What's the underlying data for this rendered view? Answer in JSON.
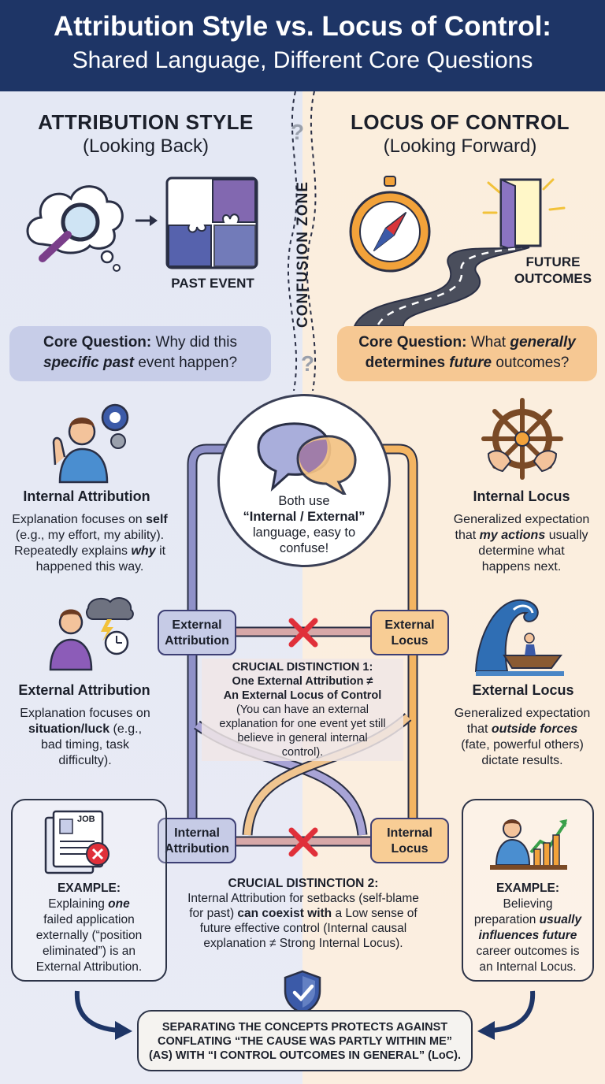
{
  "header": {
    "title": "Attribution Style vs. Locus of Control:",
    "subtitle": "Shared Language, Different Core Questions"
  },
  "left": {
    "title": "ATTRIBUTION STYLE",
    "subtitle": "(Looking Back)",
    "past_event_label": "PAST EVENT",
    "core_question": {
      "label": "Core Question:",
      "text1": "Why did this",
      "emph": "specific past",
      "text2": "event happen?"
    },
    "internal": {
      "heading": "Internal Attribution",
      "line1a": "Explanation focuses on",
      "line1b": "self",
      "line2": "(e.g., my effort, my ability).",
      "line3a": "Repeatedly explains",
      "line3b": "why",
      "line3c": "it",
      "line4": "happened this way."
    },
    "external": {
      "heading": "External Attribution",
      "line1": "Explanation focuses on",
      "line2a": "situation/luck",
      "line2b": "(e.g.,",
      "line3": "bad timing, task",
      "line4": "difficulty)."
    },
    "example": {
      "label": "EXAMPLE:",
      "l1": "Explaining",
      "l1b": "one",
      "l2": "failed application",
      "l3": "externally (“position",
      "l4": "eliminated”) is an",
      "l5": "External Attribution.",
      "job_label": "JOB"
    }
  },
  "right": {
    "title": "LOCUS OF CONTROL",
    "subtitle": "(Looking Forward)",
    "future_label_1": "FUTURE",
    "future_label_2": "OUTCOMES",
    "core_question": {
      "label": "Core Question:",
      "text1": "What",
      "emph1": "generally",
      "emph2": "determines",
      "emph3": "future",
      "text2": "outcomes?"
    },
    "internal": {
      "heading": "Internal Locus",
      "line1": "Generalized expectation",
      "line2a": "that",
      "line2b": "my actions",
      "line2c": "usually",
      "line3": "determine what",
      "line4": "happens next."
    },
    "external": {
      "heading": "External Locus",
      "line1": "Generalized expectation",
      "line2a": "that",
      "line2b": "outside forces",
      "line3": "(fate, powerful others)",
      "line4": "dictate results."
    },
    "example": {
      "label": "EXAMPLE:",
      "l1": "Believing",
      "l2a": "preparation",
      "l2b": "usually",
      "l3": "influences future",
      "l4": "career outcomes is",
      "l5": "an Internal Locus."
    }
  },
  "middle": {
    "confusion_zone": "CONFUSION ZONE",
    "question_mark": "?",
    "bubble": {
      "l1": "Both use",
      "l2": "“Internal / External”",
      "l3": "language, easy to",
      "l4": "confuse!"
    },
    "nodes": {
      "external_attribution": [
        "External",
        "Attribution"
      ],
      "external_locus": [
        "External",
        "Locus"
      ],
      "internal_attribution": [
        "Internal",
        "Attribution"
      ],
      "internal_locus": [
        "Internal",
        "Locus"
      ]
    },
    "distinction1": {
      "title": "CRUCIAL DISTINCTION 1:",
      "b1": "One External Attribution ≠",
      "b2": "An External Locus of Control",
      "t1": "(You can have an external",
      "t2": "explanation for one event yet still",
      "t3": "believe in general internal",
      "t4": "control)."
    },
    "distinction2": {
      "title": "CRUCIAL DISTINCTION 2:",
      "t1": "Internal Attribution for setbacks (self-blame",
      "t2a": "for past)",
      "t2b": "can coexist with",
      "t2c": "a Low sense of",
      "t3": "future effective control (Internal causal",
      "t4": "explanation ≠ Strong Internal Locus)."
    }
  },
  "bottom": {
    "l1": "SEPARATING THE CONCEPTS PROTECTS AGAINST",
    "l2": "CONFLATING “THE CAUSE WAS PARTLY WITHIN ME”",
    "l3": "(AS) WITH “I CONTROL OUTCOMES IN GENERAL” (LoC)."
  },
  "colors": {
    "header_bg": "#1e3566",
    "left_accent": "#6a6fb4",
    "right_accent": "#f2a23a",
    "cross": "#e0303a"
  }
}
